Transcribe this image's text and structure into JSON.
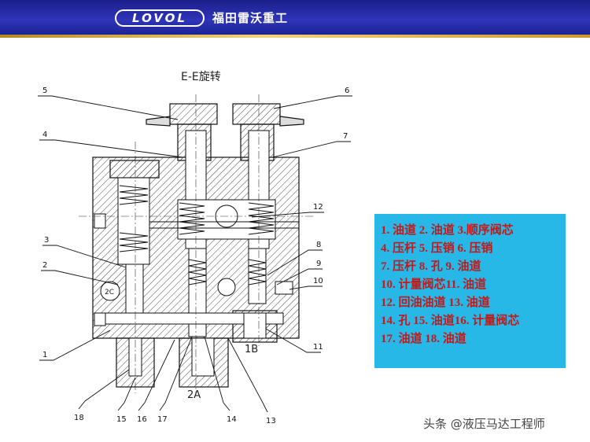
{
  "header": {
    "logo_text": "LOVOL",
    "company": "福田雷沃重工"
  },
  "diagram": {
    "section_title": "E-E旋转",
    "port_1b": "1B",
    "port_2a": "2A",
    "port_2c": "2C",
    "callouts": [
      "1",
      "2",
      "3",
      "4",
      "5",
      "6",
      "7",
      "8",
      "9",
      "10",
      "11",
      "12",
      "13",
      "14",
      "15",
      "16",
      "17",
      "18"
    ]
  },
  "legend": {
    "lines": [
      "1. 油道 2. 油道 3.顺序阀芯",
      "4. 压杆 5. 压销 6. 压销",
      "7. 压杆 8. 孔 9. 油道",
      "10. 计量阀芯11. 油道",
      "12. 回油油道 13. 油道",
      "14. 孔 15. 油道16. 计量阀芯",
      "17. 油道 18. 油道"
    ]
  },
  "watermark": "头条 @液压马达工程师",
  "colors": {
    "header_blue": "#2e35b8",
    "header_gold": "#e5c263",
    "legend_bg": "#28b8e8",
    "legend_text": "#c01a1a"
  }
}
